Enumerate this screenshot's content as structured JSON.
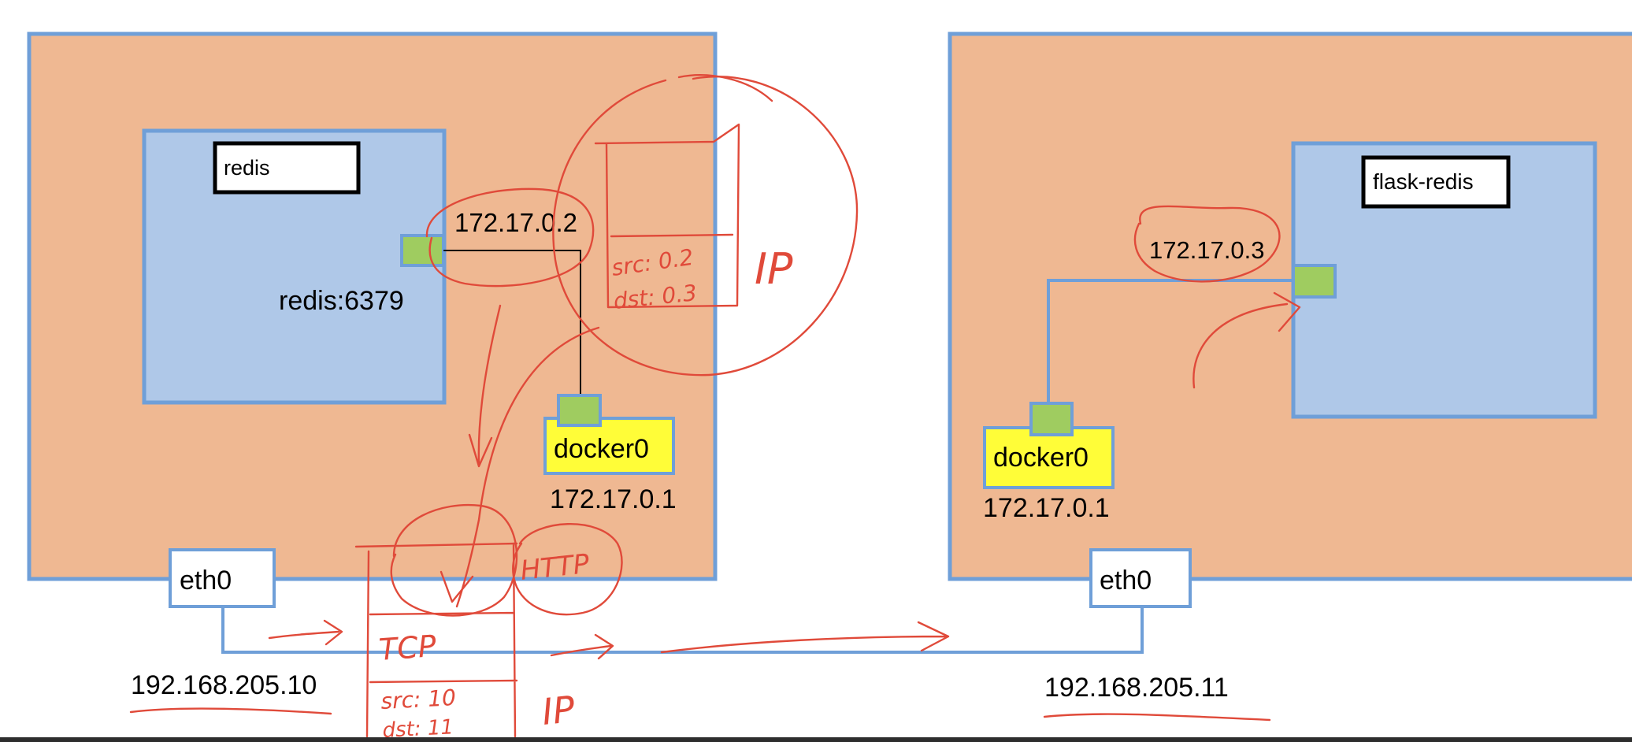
{
  "colors": {
    "host_fill": "#efb892",
    "host_stroke": "#6f9fd8",
    "container_fill": "#afc8e8",
    "port_fill": "#9fcc60",
    "bridge_fill": "#fffd38",
    "annotation": "#e04a3a"
  },
  "host1": {
    "container": {
      "name": "redis",
      "ip": "172.17.0.2",
      "service": "redis:6379"
    },
    "bridge": {
      "name": "docker0",
      "ip": "172.17.0.1"
    },
    "nic": {
      "name": "eth0",
      "ip": "192.168.205.10"
    }
  },
  "host2": {
    "container": {
      "name": "flask-redis",
      "ip": "172.17.0.3"
    },
    "bridge": {
      "name": "docker0",
      "ip": "172.17.0.1"
    },
    "nic": {
      "name": "eth0",
      "ip": "192.168.205.11"
    }
  },
  "annotations": {
    "packet_src": "src: 0.2",
    "packet_dst": "dst: 0.3",
    "ip_label": "IP",
    "tcp_label": "TCP",
    "http_label": "HTTP",
    "outer_src": "src: 10",
    "outer_dst": "dst: 11",
    "outer_ip_label": "IP"
  }
}
